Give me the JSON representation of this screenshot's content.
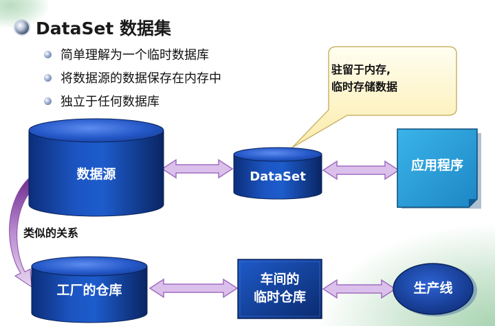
{
  "title": "DataSet 数据集",
  "bullets": [
    "简单理解为一个临时数据库",
    "将数据源的数据保存在内存中",
    "独立于任何数据库"
  ],
  "callout": [
    "驻留于内存,",
    "临时存储数据"
  ],
  "nodes": {
    "datasource": "数据源",
    "dataset": "DataSet",
    "app": "应用程序",
    "warehouse": "工厂的仓库",
    "workshop": [
      "车间的",
      "临时仓库"
    ],
    "production": "生产线"
  },
  "relation_label": "类似的关系",
  "colors": {
    "cylinder": "#1646a8",
    "app_box": "#2b9fd9",
    "arrow": "#d8b6e8",
    "callout": "#fff7c8",
    "curved_arrow": "#8a3aa6"
  }
}
